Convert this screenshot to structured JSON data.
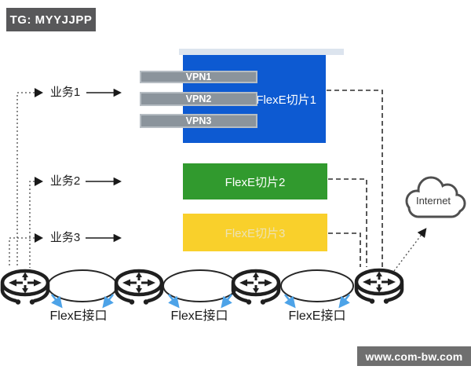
{
  "header": {
    "tg_badge": "TG: MYYJJPP"
  },
  "watermark": "www.com-bw.com",
  "services": [
    {
      "label": "业务1"
    },
    {
      "label": "业务2"
    },
    {
      "label": "业务3"
    }
  ],
  "slices": [
    {
      "label": "FlexE切片1",
      "color": "#0d5ad2"
    },
    {
      "label": "FlexE切片2",
      "color": "#319a2e"
    },
    {
      "label": "FlexE切片3",
      "color": "#f9d02b"
    }
  ],
  "vpns": [
    {
      "label": "VPN1"
    },
    {
      "label": "VPN2"
    },
    {
      "label": "VPN3"
    }
  ],
  "interfaces": [
    {
      "label": "FlexE接口"
    },
    {
      "label": "FlexE接口"
    },
    {
      "label": "FlexE接口"
    }
  ],
  "cloud": {
    "label": "Internet"
  },
  "icons": {
    "router": "router-icon",
    "cloud": "cloud-icon",
    "link": "link-ellipse"
  },
  "colors": {
    "slice1_blue": "#0d5ad2",
    "slice2_green": "#319a2e",
    "slice3_yellow": "#f9d02b",
    "vpn_gray": "#8b949c",
    "badge_gray": "#58585a",
    "watermark_gray": "#6f6f6f",
    "interface_arrow_blue": "#4da3e8"
  }
}
